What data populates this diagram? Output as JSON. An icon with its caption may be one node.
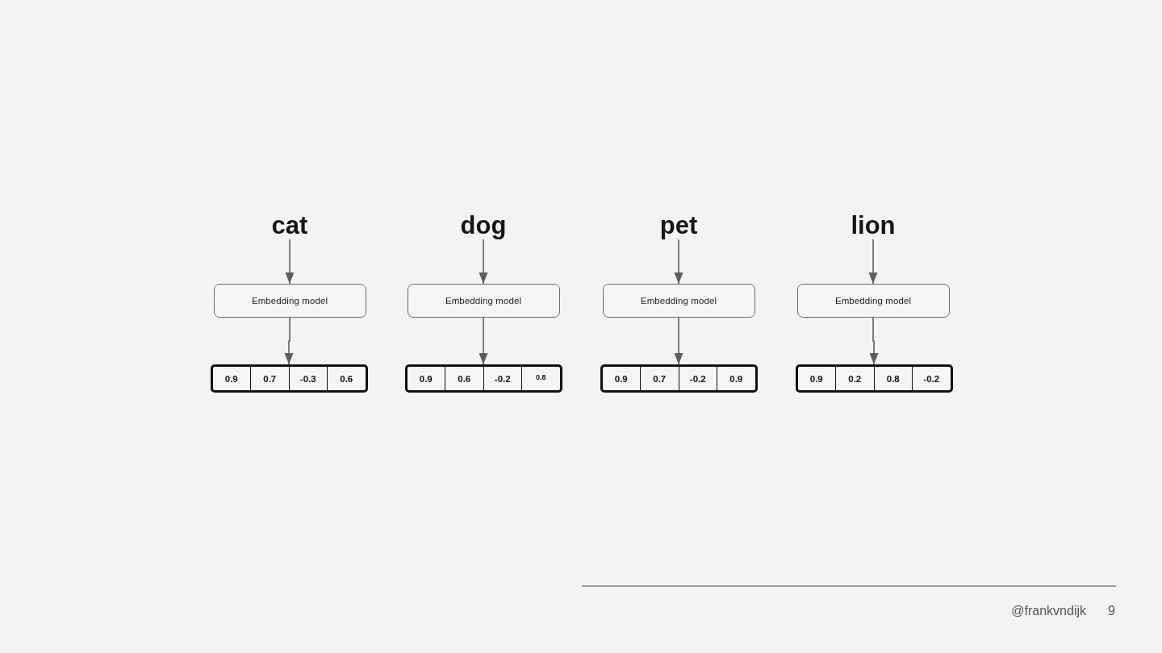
{
  "diagram": {
    "nodes": [
      {
        "text": [
          "cat"
        ]
      },
      {
        "text": [
          "dog"
        ]
      },
      {
        "text": [
          "pet"
        ]
      },
      {
        "text": [
          "lion"
        ]
      },
      {
        "text": [
          "Embedding model"
        ]
      },
      {
        "text": [
          "Embedding model"
        ]
      },
      {
        "text": [
          "Embedding model"
        ]
      },
      {
        "text": [
          "Embedding model"
        ]
      },
      {
        "text": [
          "0.9",
          "0.7",
          "-0.3",
          "0.6"
        ]
      },
      {
        "text": [
          "0.9",
          "0.6",
          "-0.2",
          "0.8"
        ]
      },
      {
        "text": [
          "0.9",
          "0.7",
          "-0.2",
          "0.9"
        ]
      },
      {
        "text": [
          "0.9",
          "0.2",
          "0.8",
          "-0.2"
        ]
      }
    ],
    "edges": [
      {
        "from": 0,
        "to": 4,
        "arrow": "to"
      },
      {
        "from": 4,
        "to": 8,
        "arrow": "to"
      },
      {
        "from": 1,
        "to": 5,
        "arrow": "to"
      },
      {
        "from": 5,
        "to": 9,
        "arrow": "to"
      },
      {
        "from": 2,
        "to": 6,
        "arrow": "to"
      },
      {
        "from": 6,
        "to": 10,
        "arrow": "to"
      },
      {
        "from": 3,
        "to": 7,
        "arrow": "to"
      },
      {
        "from": 7,
        "to": 11,
        "arrow": "to"
      }
    ],
    "labels": [
      "@frankvndijk",
      "9"
    ]
  }
}
